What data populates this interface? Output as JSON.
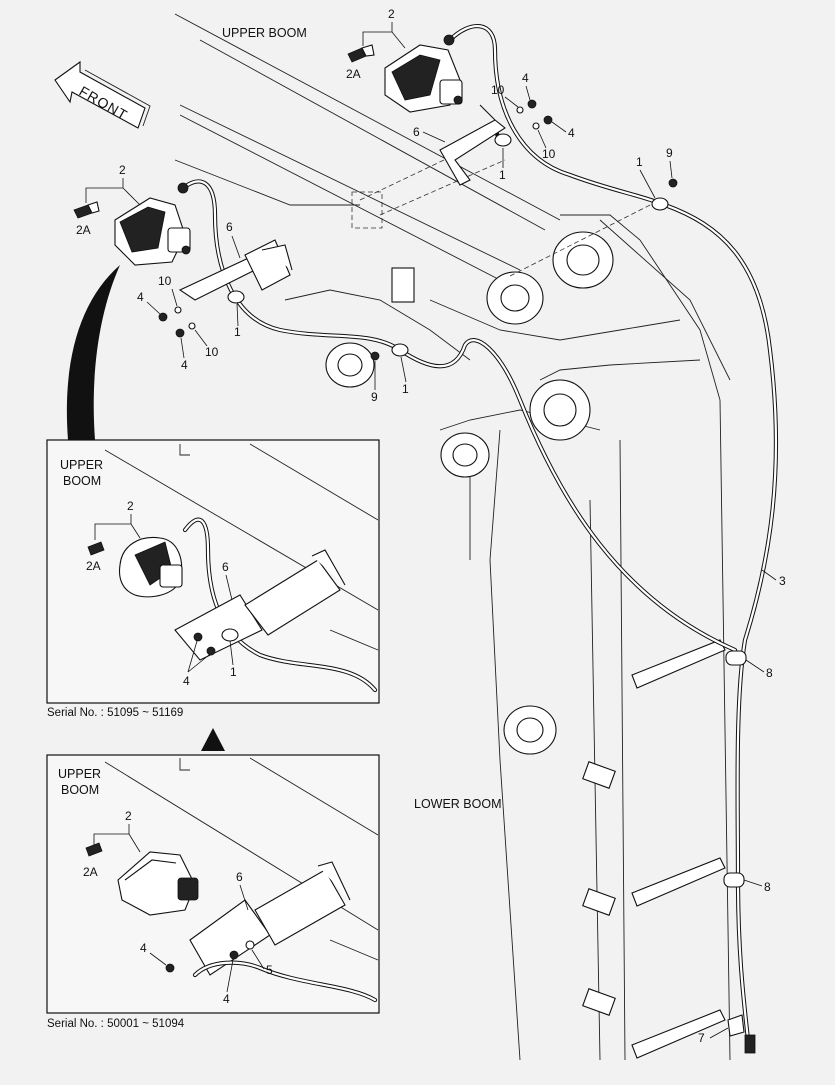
{
  "labels": {
    "upper_boom": "UPPER BOOM",
    "lower_boom": "LOWER BOOM",
    "front": "FRONT",
    "inset1_upper": "UPPER",
    "inset1_boom": "BOOM",
    "inset2_upper": "UPPER",
    "inset2_boom": "BOOM",
    "serial_1": "Serial No. : 51095 ~ 51169",
    "serial_2": "Serial No. : 50001 ~ 51094"
  },
  "callouts": {
    "p1": "1",
    "p2": "2",
    "p2a": "2A",
    "p3": "3",
    "p4": "4",
    "p5": "5",
    "p6": "6",
    "p7": "7",
    "p8": "8",
    "p9": "9",
    "p10": "10"
  }
}
